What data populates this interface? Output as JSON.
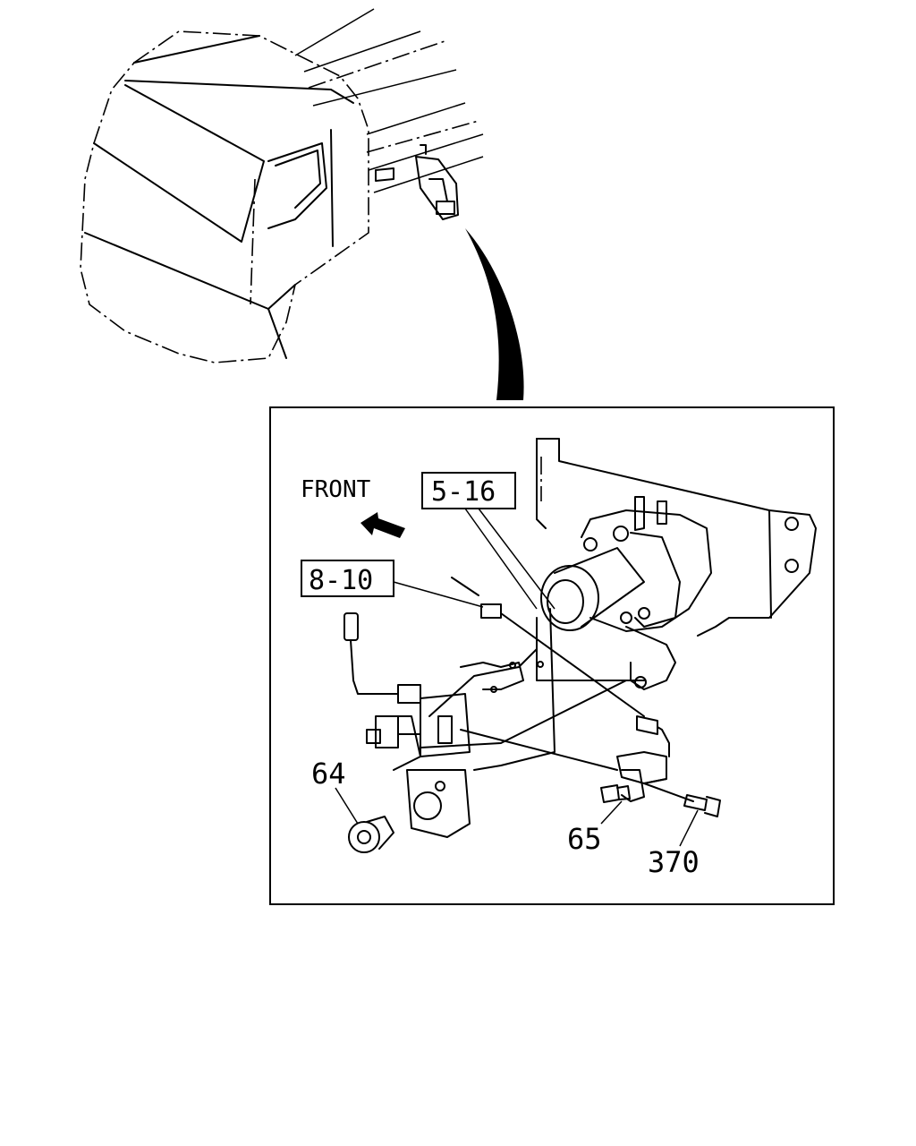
{
  "labels": {
    "front": "FRONT",
    "ref_5_16": "5-16",
    "ref_8_10": "8-10",
    "part_64": "64",
    "part_65": "65",
    "part_370": "370"
  }
}
